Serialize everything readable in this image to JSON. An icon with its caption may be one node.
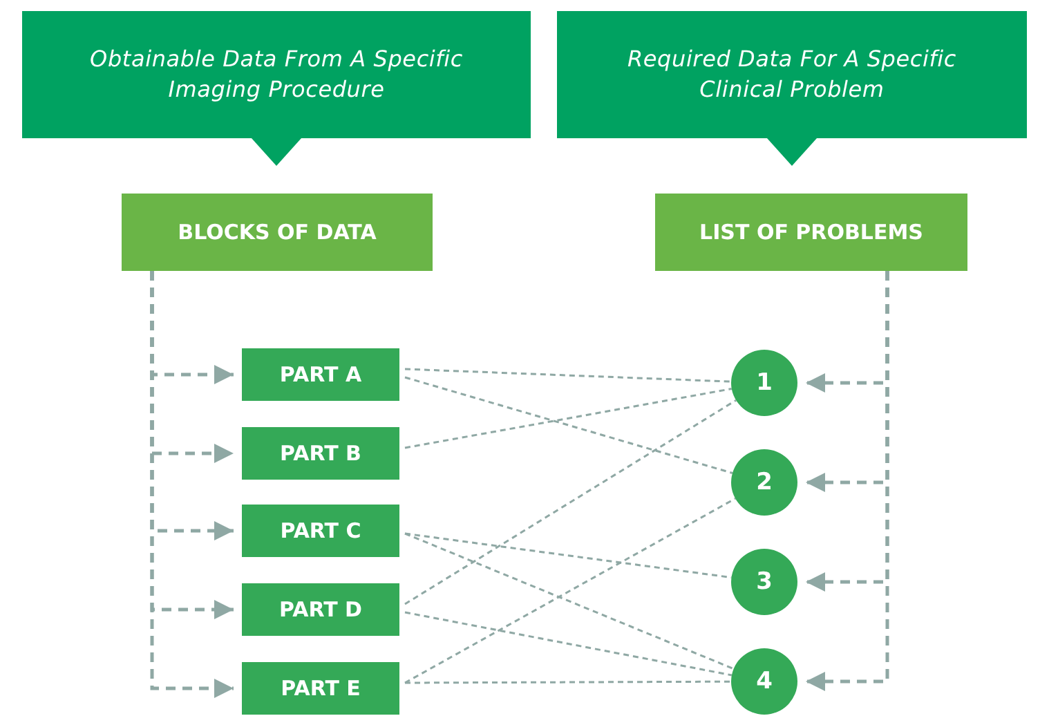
{
  "diagram": {
    "nodes": [
      {
        "text": [
          "Obtainable Data From A Specific Imaging Procedure"
        ]
      },
      {
        "text": [
          "Required Data For A Specific Clinical Problem"
        ]
      },
      {
        "text": [
          "BLOCKS OF DATA"
        ]
      },
      {
        "text": [
          "LIST OF PROBLEMS"
        ]
      },
      {
        "text": [
          "PART A"
        ]
      },
      {
        "text": [
          "PART B"
        ]
      },
      {
        "text": [
          "PART C"
        ]
      },
      {
        "text": [
          "PART D"
        ]
      },
      {
        "text": [
          "PART E"
        ]
      },
      {
        "text": [
          "1"
        ]
      },
      {
        "text": [
          "2"
        ]
      },
      {
        "text": [
          "3"
        ]
      },
      {
        "text": [
          "4"
        ]
      }
    ],
    "edges": [
      {
        "from": 2,
        "to": 4,
        "arrow": "to",
        "style": "dashed"
      },
      {
        "from": 2,
        "to": 5,
        "arrow": "to",
        "style": "dashed"
      },
      {
        "from": 2,
        "to": 6,
        "arrow": "to",
        "style": "dashed"
      },
      {
        "from": 2,
        "to": 7,
        "arrow": "to",
        "style": "dashed"
      },
      {
        "from": 2,
        "to": 8,
        "arrow": "to",
        "style": "dashed"
      },
      {
        "from": 3,
        "to": 9,
        "arrow": "to",
        "style": "dashed"
      },
      {
        "from": 3,
        "to": 10,
        "arrow": "to",
        "style": "dashed"
      },
      {
        "from": 3,
        "to": 11,
        "arrow": "to",
        "style": "dashed"
      },
      {
        "from": 3,
        "to": 12,
        "arrow": "to",
        "style": "dashed"
      },
      {
        "from": 4,
        "to": 9,
        "arrow": "none",
        "style": "dashed"
      },
      {
        "from": 4,
        "to": 10,
        "arrow": "none",
        "style": "dashed"
      },
      {
        "from": 5,
        "to": 9,
        "arrow": "none",
        "style": "dashed"
      },
      {
        "from": 6,
        "to": 11,
        "arrow": "none",
        "style": "dashed"
      },
      {
        "from": 6,
        "to": 12,
        "arrow": "none",
        "style": "dashed"
      },
      {
        "from": 7,
        "to": 9,
        "arrow": "none",
        "style": "dashed"
      },
      {
        "from": 7,
        "to": 12,
        "arrow": "none",
        "style": "dashed"
      },
      {
        "from": 8,
        "to": 10,
        "arrow": "none",
        "style": "dashed"
      },
      {
        "from": 8,
        "to": 12,
        "arrow": "none",
        "style": "dashed"
      }
    ]
  }
}
